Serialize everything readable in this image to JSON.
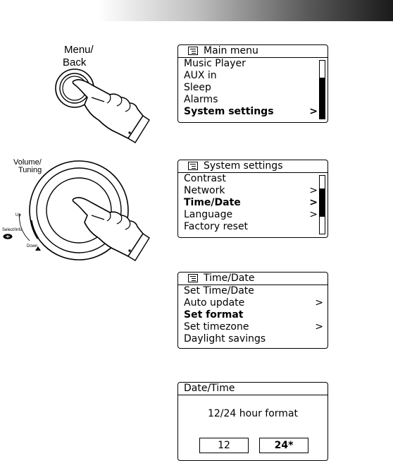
{
  "controls": {
    "menu_back_line1": "Menu/",
    "menu_back_line2": "Back",
    "volume_line1": "Volume/",
    "volume_line2": "Tuning",
    "up": "Up",
    "select_info": "Select/Info",
    "down": "Down"
  },
  "screen1": {
    "title": "Main menu",
    "items": [
      {
        "label": "Music Player",
        "arrow": ""
      },
      {
        "label": "AUX in",
        "arrow": ""
      },
      {
        "label": "Sleep",
        "arrow": ""
      },
      {
        "label": "Alarms",
        "arrow": ""
      },
      {
        "label": "System settings",
        "arrow": ">"
      }
    ]
  },
  "screen2": {
    "title": "System settings",
    "items": [
      {
        "label": "Contrast",
        "arrow": ""
      },
      {
        "label": "Network",
        "arrow": ">"
      },
      {
        "label": "Time/Date",
        "arrow": ">"
      },
      {
        "label": "Language",
        "arrow": ">"
      },
      {
        "label": "Factory reset",
        "arrow": ""
      }
    ]
  },
  "screen3": {
    "title": "Time/Date",
    "items": [
      {
        "label": "Set Time/Date",
        "arrow": ""
      },
      {
        "label": "Auto update",
        "arrow": ">"
      },
      {
        "label": "Set format",
        "arrow": ""
      },
      {
        "label": "Set timezone",
        "arrow": ">"
      },
      {
        "label": "Daylight savings",
        "arrow": ""
      }
    ]
  },
  "screen4": {
    "title": "Date/Time",
    "message": "12/24 hour format",
    "option_12": "12",
    "option_24": "24*"
  }
}
